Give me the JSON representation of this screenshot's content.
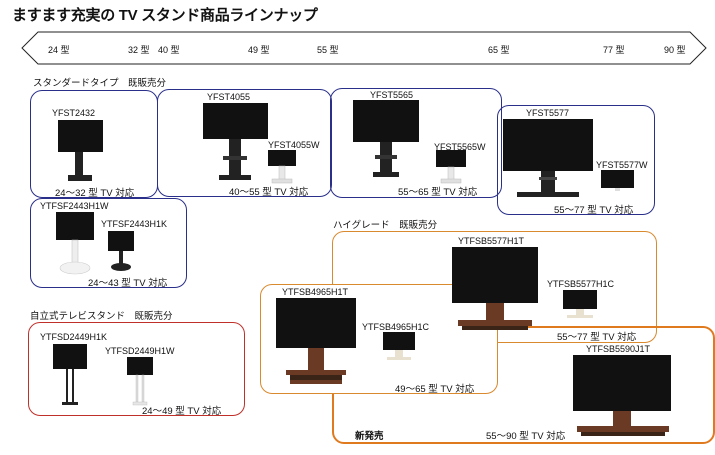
{
  "title": "ますます充実の TV スタンド商品ラインナップ",
  "size_axis": {
    "ticks": [
      "24 型",
      "32 型",
      "40 型",
      "49 型",
      "55 型",
      "65 型",
      "77 型",
      "90 型"
    ]
  },
  "sections": {
    "standard": "スタンダードタイプ　既販売分",
    "high_grade": "ハイグレード　既販売分",
    "self_standing": "自立式テレビスタンド　既販売分"
  },
  "products": {
    "yfst2432": {
      "name": "YFST2432"
    },
    "yfst4055": {
      "name": "YFST4055"
    },
    "yfst4055w": {
      "name": "YFST4055W"
    },
    "yfst5565": {
      "name": "YFST5565"
    },
    "yfst5565w": {
      "name": "YFST5565W"
    },
    "yfst5577": {
      "name": "YFST5577"
    },
    "yfst5577w": {
      "name": "YFST5577W"
    },
    "ytfsf2443h1w": {
      "name": "YTFSF2443H1W"
    },
    "ytfsf2443h1k": {
      "name": "YTFSF2443H1K"
    },
    "ytfsd2449h1k": {
      "name": "YTFSD2449H1K"
    },
    "ytfsd2449h1w": {
      "name": "YTFSD2449H1W"
    },
    "ytfsb4965h1t": {
      "name": "YTFSB4965H1T"
    },
    "ytfsb4965h1c": {
      "name": "YTFSB4965H1C"
    },
    "ytfsb5577h1t": {
      "name": "YTFSB5577H1T"
    },
    "ytfsb5577h1c": {
      "name": "YTFSB5577H1C"
    },
    "ytfsb5590j1t": {
      "name": "YTFSB5590J1T"
    }
  },
  "support": {
    "s2432": "24～32 型 TV 対応",
    "s4055": "40～55 型 TV 対応",
    "s5565": "55～65 型 TV 対応",
    "s5577": "55～77 型 TV 対応",
    "s2443": "24～43 型 TV 対応",
    "s2449": "24～49 型 TV 対応",
    "s4965": "49～65 型 TV 対応",
    "s5577h": "55～77 型 TV 対応",
    "s5590": "55～90 型 TV 対応"
  },
  "new_release": "新発売",
  "colors": {
    "standard_border": "#2a2f8a",
    "high_grade_border": "#d9892e",
    "new_border": "#e07a1f",
    "self_standing_border": "#c0302a",
    "wood_brown": "#6b3a24"
  }
}
